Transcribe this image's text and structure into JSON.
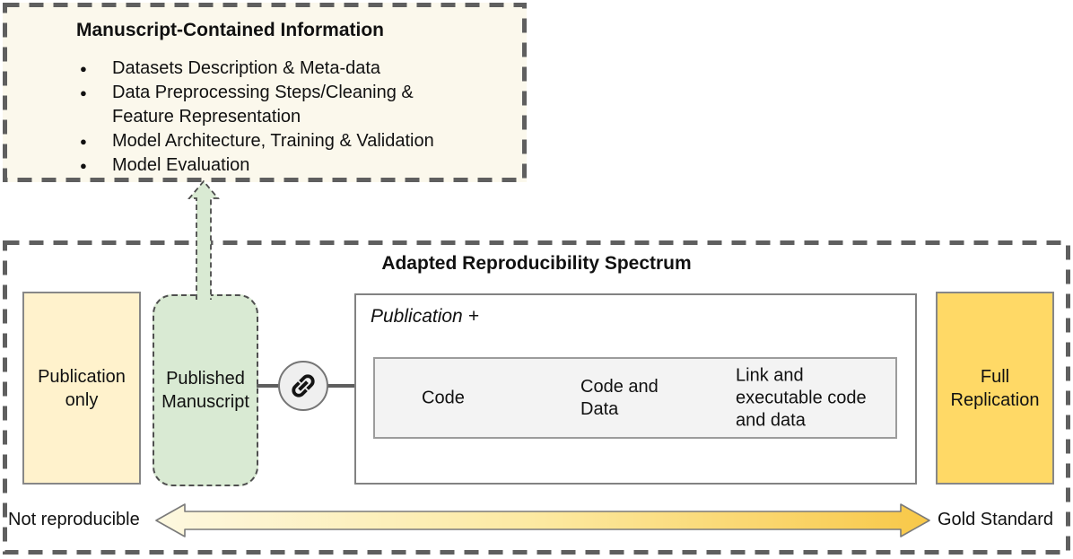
{
  "manuscript_panel": {
    "title": "Manuscript-Contained Information",
    "bullet_glyph": "●",
    "bullets": [
      "Datasets Description & Meta-data",
      "Data Preprocessing Steps/Cleaning &\nFeature Representation",
      "Model Architecture, Training & Validation",
      "Model Evaluation"
    ]
  },
  "spectrum_panel": {
    "title": "Adapted Reproducibility Spectrum",
    "publication_only": "Publication\nonly",
    "published_manuscript": "Published\nManuscript",
    "publication_plus": "Publication +",
    "levels": [
      "Code",
      "Code and\nData",
      "Link and\nexecutable code\nand data"
    ],
    "full_replication": "Full\nReplication",
    "axis_left": "Not reproducible",
    "axis_right": "Gold Standard"
  },
  "icons": {
    "connector": "chain-link",
    "manuscript_arrow": "dashed-up-arrow",
    "axis_arrow": "double-headed-gradient-arrow"
  },
  "colors": {
    "cream_panel": "#FBF8EC",
    "light_yellow": "#FFF2CC",
    "green": "#D9EAD3",
    "gold": "#FFD966",
    "inner_gray": "#F3F3F3",
    "dash_border": "#5F5F5F",
    "arrow_gradient_start": "#FDF8E0",
    "arrow_gradient_end": "#F8C848"
  }
}
